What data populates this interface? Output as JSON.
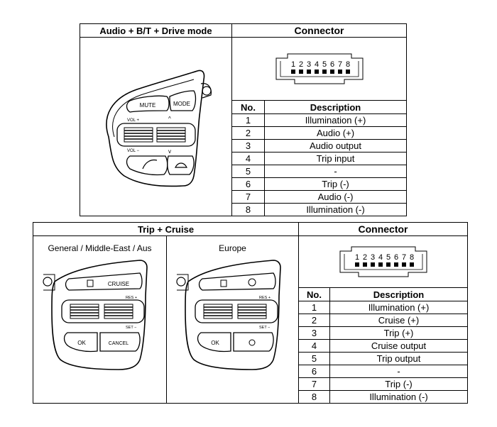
{
  "table1": {
    "left_header": "Audio + B/T + Drive mode",
    "right_header": "Connector",
    "switch_labels": {
      "mute": "MUTE",
      "mode": "MODE",
      "vol_plus": "VOL +",
      "vol_minus": "VOL −"
    },
    "connector_pins": [
      "1",
      "2",
      "3",
      "4",
      "5",
      "6",
      "7",
      "8"
    ],
    "col_no": "No.",
    "col_desc": "Description",
    "rows": [
      {
        "no": "1",
        "desc": "Illumination (+)"
      },
      {
        "no": "2",
        "desc": "Audio (+)"
      },
      {
        "no": "3",
        "desc": "Audio output"
      },
      {
        "no": "4",
        "desc": "Trip input"
      },
      {
        "no": "5",
        "desc": "-"
      },
      {
        "no": "6",
        "desc": "Trip (-)"
      },
      {
        "no": "7",
        "desc": "Audio (-)"
      },
      {
        "no": "8",
        "desc": "Illumination (-)"
      }
    ]
  },
  "table2": {
    "left_header": "Trip + Cruise",
    "right_header": "Connector",
    "region_general": "General / Middle-East / Aus",
    "region_europe": "Europe",
    "switch_labels": {
      "cruise": "CRUISE",
      "ok": "OK",
      "cancel": "CANCEL",
      "res": "RES +",
      "set": "SET −"
    },
    "connector_pins": [
      "1",
      "2",
      "3",
      "4",
      "5",
      "6",
      "7",
      "8"
    ],
    "col_no": "No.",
    "col_desc": "Description",
    "rows": [
      {
        "no": "1",
        "desc": "Illumination (+)"
      },
      {
        "no": "2",
        "desc": "Cruise (+)"
      },
      {
        "no": "3",
        "desc": "Trip (+)"
      },
      {
        "no": "4",
        "desc": "Cruise output"
      },
      {
        "no": "5",
        "desc": "Trip output"
      },
      {
        "no": "6",
        "desc": "-"
      },
      {
        "no": "7",
        "desc": "Trip (-)"
      },
      {
        "no": "8",
        "desc": "Illumination (-)"
      }
    ]
  }
}
